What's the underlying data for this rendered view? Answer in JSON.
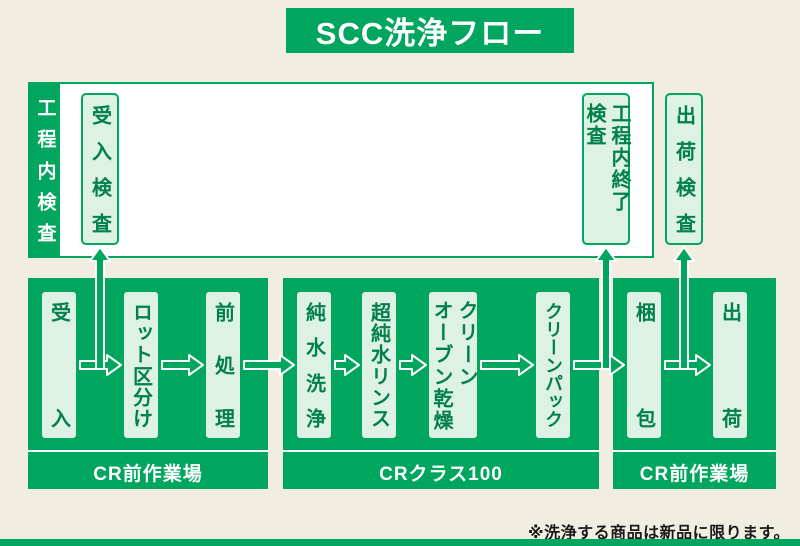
{
  "title": "SCC洗浄フロー",
  "inspection": {
    "side_label": "工程内検査",
    "incoming": "受入検査",
    "final": "工程内終了\n検査",
    "shipping": "出荷検査"
  },
  "zones": [
    {
      "name": "CR前作業場",
      "steps": [
        "受入",
        "ロット区分け",
        "前処理"
      ]
    },
    {
      "name": "CRクラス100",
      "steps": [
        "純水洗浄",
        "超純水リンス",
        "クリーン\nオーブン乾燥",
        "クリーンパック"
      ]
    },
    {
      "name": "CR前作業場",
      "steps": [
        "梱包",
        "出荷"
      ]
    }
  ],
  "footnote": "※洗浄する商品は新品に限ります。",
  "colors": {
    "green": "#00a55e",
    "light_green": "#def1e5",
    "cream": "#f1eee1",
    "text_green": "#00804a"
  }
}
